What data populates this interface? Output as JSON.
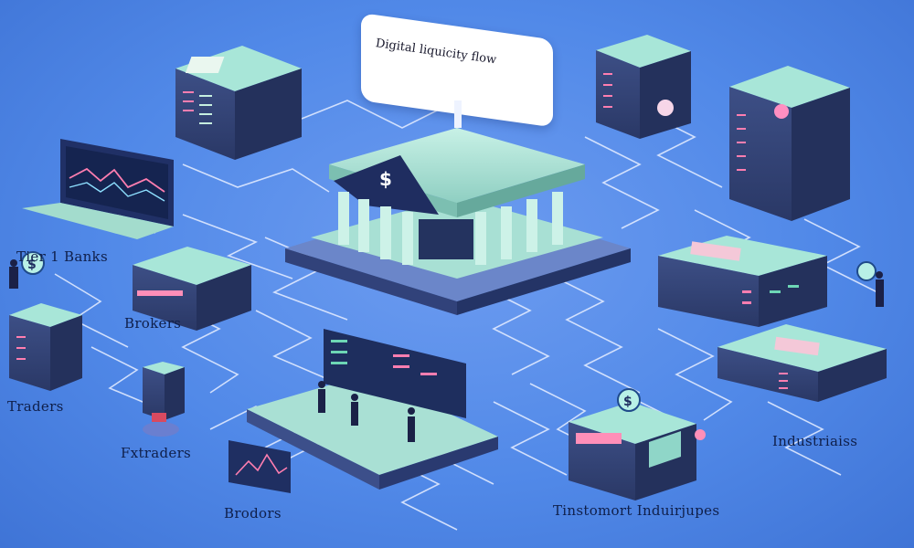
{
  "callout": {
    "text": "Digital liquicity flow"
  },
  "labels": {
    "tier1_banks": "Tier 1 Banks",
    "brokers": "Brokers",
    "traders_left": "Traders",
    "fx_traders": "Fxtraders",
    "brokers_bottom": "Brodors",
    "institutional": "Tinstomort Induirjupes",
    "industries_right": "Industriaiss"
  },
  "icons": [
    "bank-dollar-sign",
    "dollar-coin"
  ],
  "colors": {
    "background": "#5189e8",
    "server_body": "#3a4a7a",
    "server_top": "#8fd6c8",
    "bank": "#b9ece0",
    "accent_pink": "#ff6ea8"
  }
}
